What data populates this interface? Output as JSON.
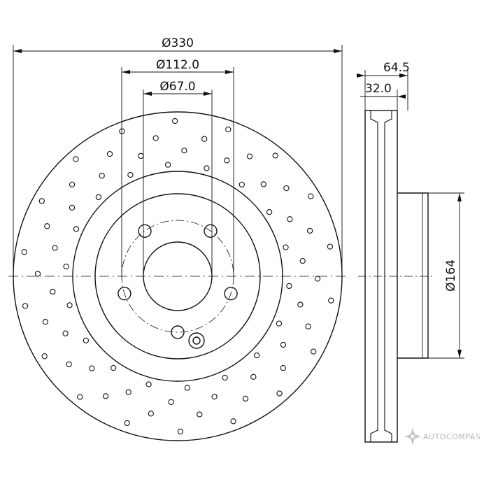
{
  "dimensions": {
    "outer_diameter": "Ø330",
    "bolt_circle": "Ø112.0",
    "center_bore": "Ø67.0",
    "total_height": "64.5",
    "disc_thickness": "32.0",
    "hat_diameter": "Ø164"
  },
  "watermark": {
    "brand": "AUTOCOMPAS",
    "logo_icon": "compass-star-icon"
  },
  "colors": {
    "line": "#111111",
    "background": "#ffffff",
    "watermark": "#b8b8b8"
  },
  "drawing": {
    "bolt_holes": 5,
    "drilled_holes": 72
  }
}
